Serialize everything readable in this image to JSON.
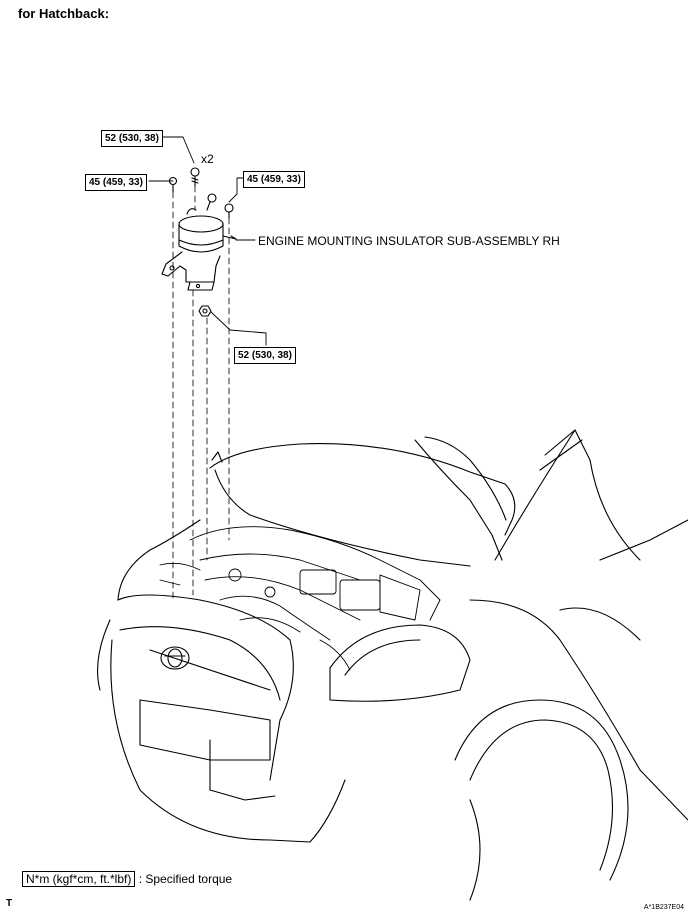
{
  "title": "for Hatchback:",
  "torque_labels": {
    "top_bolt": "52 (530, 38)",
    "left_bolt": "45 (459, 33)",
    "right_bolt": "45 (459, 33)",
    "bottom_nut": "52 (530, 38)"
  },
  "bolt_count": "x2",
  "part_name": "ENGINE MOUNTING INSULATOR SUB-ASSEMBLY RH",
  "legend": {
    "unit": "N*m (kgf*cm, ft.*lbf)",
    "description": ": Specified torque"
  },
  "corner_mark": "T",
  "figure_id": "A*1B237E04"
}
